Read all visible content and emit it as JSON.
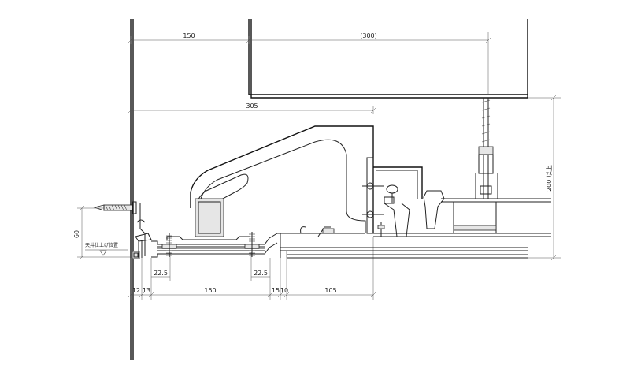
{
  "dimensions": {
    "top_left": "150",
    "top_right": "(300)",
    "overall": "305",
    "clip_left": "22.5",
    "clip_right": "22.5",
    "bottom_a": "12",
    "bottom_b": "13",
    "bottom_c": "150",
    "bottom_d": "15",
    "bottom_e": "10",
    "bottom_f": "105",
    "height_left": "60",
    "height_right": "200 以上"
  },
  "labels": {
    "ceiling_finish": "天井仕上げ位置"
  }
}
